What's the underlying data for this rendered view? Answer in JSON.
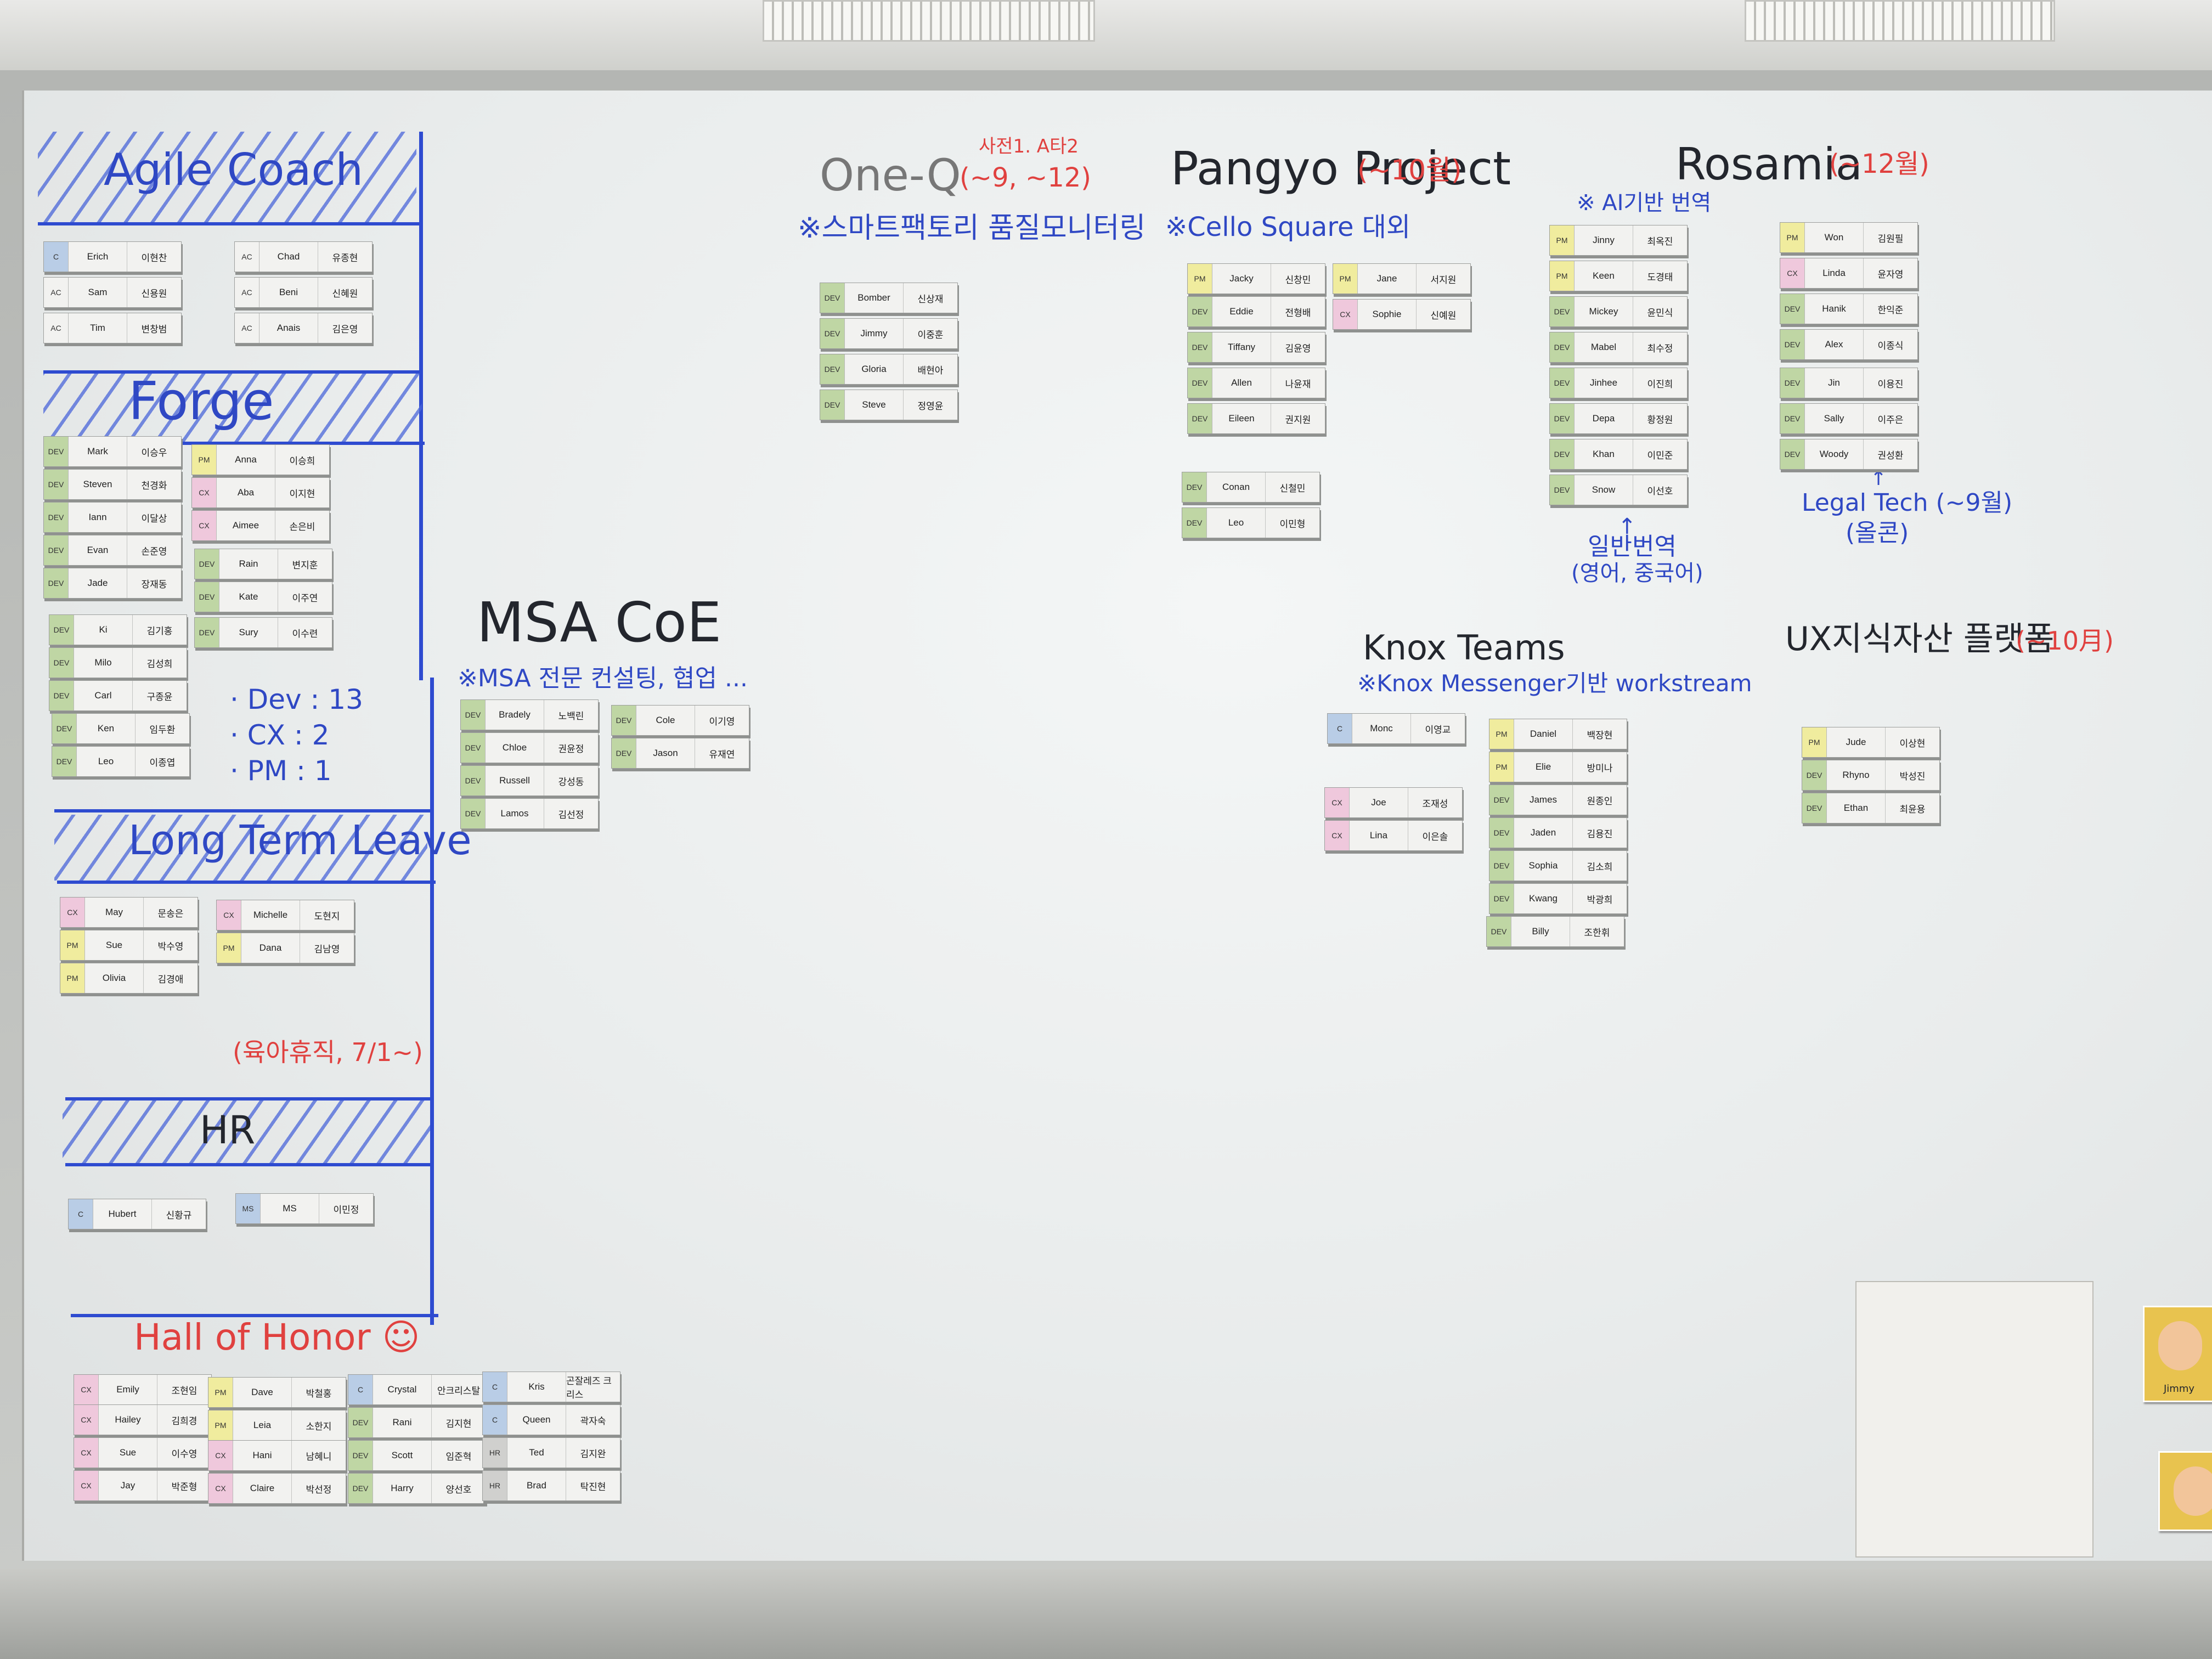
{
  "headings": {
    "agile_coach": "Agile Coach",
    "forge": "Forge",
    "long_term_leave": "Long Term Leave",
    "hr": "HR",
    "hall_of_honor": "Hall of Honor ☺",
    "msa_coe": "MSA CoE",
    "one_q": "One-Q",
    "pangyo": "Pangyo Project",
    "rosamia": "Rosamia",
    "knox": "Knox Teams",
    "ux": "UX지식자산 플랫폼"
  },
  "notes": {
    "one_q_red": "사전1. A타2",
    "one_q_period": "(~9, ~12)",
    "one_q_sub": "※스마트팩토리 품질모니터링",
    "pangyo_period": "(~10월)",
    "pangyo_sub": "※Cello Square 대외",
    "rosamia_period": "(~12월)",
    "rosamia_sub": "※ AI기반 번역",
    "rosamia_arrow": "↑",
    "rosamia_note1": "일반번역",
    "rosamia_note2": "(영어, 중국어)",
    "legal_tech": "Legal Tech (~9월)",
    "legal_tech2": "(올콘)",
    "legal_arrow": "↑",
    "msa_sub": "※MSA 전문 컨설팅, 협업 ...",
    "knox_sub": "※Knox Messenger기반 workstream",
    "ux_period": "(~10月)",
    "forge_dev": "· Dev : 13",
    "forge_cx": "· CX : 2",
    "forge_pm": "· PM : 1",
    "leave_note": "(육아휴직, 7/1~)"
  },
  "cards": [
    {
      "role": "C",
      "en": "Erich",
      "ko": "이현찬"
    },
    {
      "role": "AC",
      "en": "Sam",
      "ko": "신용원"
    },
    {
      "role": "AC",
      "en": "Tim",
      "ko": "변창범"
    },
    {
      "role": "AC",
      "en": "Chad",
      "ko": "유종현"
    },
    {
      "role": "AC",
      "en": "Beni",
      "ko": "신혜원"
    },
    {
      "role": "AC",
      "en": "Anais",
      "ko": "김은영"
    },
    {
      "role": "DEV",
      "en": "Mark",
      "ko": "이승우"
    },
    {
      "role": "DEV",
      "en": "Steven",
      "ko": "천경화"
    },
    {
      "role": "DEV",
      "en": "Iann",
      "ko": "이달상"
    },
    {
      "role": "DEV",
      "en": "Evan",
      "ko": "손준영"
    },
    {
      "role": "DEV",
      "en": "Jade",
      "ko": "장재동"
    },
    {
      "role": "DEV",
      "en": "Ki",
      "ko": "김기홍"
    },
    {
      "role": "DEV",
      "en": "Milo",
      "ko": "김성희"
    },
    {
      "role": "DEV",
      "en": "Carl",
      "ko": "구종윤"
    },
    {
      "role": "DEV",
      "en": "Ken",
      "ko": "임두환"
    },
    {
      "role": "DEV",
      "en": "Leo",
      "ko": "이종엽"
    },
    {
      "role": "PM",
      "en": "Anna",
      "ko": "이승희"
    },
    {
      "role": "CX",
      "en": "Aba",
      "ko": "이지현"
    },
    {
      "role": "CX",
      "en": "Aimee",
      "ko": "손은비"
    },
    {
      "role": "DEV",
      "en": "Rain",
      "ko": "변지훈"
    },
    {
      "role": "DEV",
      "en": "Kate",
      "ko": "이주연"
    },
    {
      "role": "DEV",
      "en": "Sury",
      "ko": "이수련"
    },
    {
      "role": "CX",
      "en": "May",
      "ko": "문송은"
    },
    {
      "role": "PM",
      "en": "Sue",
      "ko": "박수영"
    },
    {
      "role": "PM",
      "en": "Olivia",
      "ko": "김경애"
    },
    {
      "role": "CX",
      "en": "Michelle",
      "ko": "도현지"
    },
    {
      "role": "PM",
      "en": "Dana",
      "ko": "김남영"
    },
    {
      "role": "C",
      "en": "Hubert",
      "ko": "신황규"
    },
    {
      "role": "MS",
      "en": "MS",
      "ko": "이민정"
    },
    {
      "role": "CX",
      "en": "Emily",
      "ko": "조현임"
    },
    {
      "role": "CX",
      "en": "Hailey",
      "ko": "김희경"
    },
    {
      "role": "CX",
      "en": "Sue",
      "ko": "이수영"
    },
    {
      "role": "CX",
      "en": "Jay",
      "ko": "박준형"
    },
    {
      "role": "PM",
      "en": "Dave",
      "ko": "박철홍"
    },
    {
      "role": "PM",
      "en": "Leia",
      "ko": "소한지"
    },
    {
      "role": "CX",
      "en": "Hani",
      "ko": "남혜니"
    },
    {
      "role": "CX",
      "en": "Claire",
      "ko": "박선정"
    },
    {
      "role": "C",
      "en": "Crystal",
      "ko": "안크리스탈"
    },
    {
      "role": "DEV",
      "en": "Rani",
      "ko": "김지현"
    },
    {
      "role": "DEV",
      "en": "Scott",
      "ko": "임준혁"
    },
    {
      "role": "DEV",
      "en": "Harry",
      "ko": "양선호"
    },
    {
      "role": "C",
      "en": "Kris",
      "ko": "곤잘레즈 크리스"
    },
    {
      "role": "C",
      "en": "Queen",
      "ko": "곽자숙"
    },
    {
      "role": "HR",
      "en": "Ted",
      "ko": "김지완"
    },
    {
      "role": "HR",
      "en": "Brad",
      "ko": "탁진현"
    },
    {
      "role": "DEV",
      "en": "Bradely",
      "ko": "노백린"
    },
    {
      "role": "DEV",
      "en": "Chloe",
      "ko": "권윤정"
    },
    {
      "role": "DEV",
      "en": "Russell",
      "ko": "강성동"
    },
    {
      "role": "DEV",
      "en": "Lamos",
      "ko": "김선정"
    },
    {
      "role": "DEV",
      "en": "Cole",
      "ko": "이기영"
    },
    {
      "role": "DEV",
      "en": "Jason",
      "ko": "유재연"
    },
    {
      "role": "DEV",
      "en": "Bomber",
      "ko": "신상재"
    },
    {
      "role": "DEV",
      "en": "Jimmy",
      "ko": "이중훈"
    },
    {
      "role": "DEV",
      "en": "Gloria",
      "ko": "배현아"
    },
    {
      "role": "DEV",
      "en": "Steve",
      "ko": "정영윤"
    },
    {
      "role": "PM",
      "en": "Jacky",
      "ko": "신창민"
    },
    {
      "role": "DEV",
      "en": "Eddie",
      "ko": "전형배"
    },
    {
      "role": "DEV",
      "en": "Tiffany",
      "ko": "김윤영"
    },
    {
      "role": "DEV",
      "en": "Allen",
      "ko": "나윤재"
    },
    {
      "role": "DEV",
      "en": "Eileen",
      "ko": "권지원"
    },
    {
      "role": "PM",
      "en": "Jane",
      "ko": "서지원"
    },
    {
      "role": "CX",
      "en": "Sophie",
      "ko": "신예원"
    },
    {
      "role": "DEV",
      "en": "Conan",
      "ko": "신철민"
    },
    {
      "role": "DEV",
      "en": "Leo",
      "ko": "이민형"
    },
    {
      "role": "PM",
      "en": "Jinny",
      "ko": "최옥진"
    },
    {
      "role": "PM",
      "en": "Keen",
      "ko": "도경태"
    },
    {
      "role": "DEV",
      "en": "Mickey",
      "ko": "윤민식"
    },
    {
      "role": "DEV",
      "en": "Mabel",
      "ko": "최수정"
    },
    {
      "role": "DEV",
      "en": "Jinhee",
      "ko": "이진희"
    },
    {
      "role": "DEV",
      "en": "Depa",
      "ko": "황정원"
    },
    {
      "role": "DEV",
      "en": "Khan",
      "ko": "이민준"
    },
    {
      "role": "DEV",
      "en": "Snow",
      "ko": "이선호"
    },
    {
      "role": "PM",
      "en": "Won",
      "ko": "김원필"
    },
    {
      "role": "CX",
      "en": "Linda",
      "ko": "윤자영"
    },
    {
      "role": "DEV",
      "en": "Hanik",
      "ko": "한익준"
    },
    {
      "role": "DEV",
      "en": "Alex",
      "ko": "이종식"
    },
    {
      "role": "DEV",
      "en": "Jin",
      "ko": "이용진"
    },
    {
      "role": "DEV",
      "en": "Sally",
      "ko": "이주은"
    },
    {
      "role": "DEV",
      "en": "Woody",
      "ko": "권성환"
    },
    {
      "role": "C",
      "en": "Monc",
      "ko": "이영교"
    },
    {
      "role": "CX",
      "en": "Joe",
      "ko": "조재성"
    },
    {
      "role": "CX",
      "en": "Lina",
      "ko": "이은솔"
    },
    {
      "role": "PM",
      "en": "Daniel",
      "ko": "백장현"
    },
    {
      "role": "PM",
      "en": "Elie",
      "ko": "방미나"
    },
    {
      "role": "DEV",
      "en": "James",
      "ko": "원종인"
    },
    {
      "role": "DEV",
      "en": "Jaden",
      "ko": "김용진"
    },
    {
      "role": "DEV",
      "en": "Sophia",
      "ko": "김소희"
    },
    {
      "role": "DEV",
      "en": "Kwang",
      "ko": "박광희"
    },
    {
      "role": "DEV",
      "en": "Billy",
      "ko": "조한휘"
    },
    {
      "role": "PM",
      "en": "Jude",
      "ko": "이상현"
    },
    {
      "role": "DEV",
      "en": "Rhyno",
      "ko": "박성진"
    },
    {
      "role": "DEV",
      "en": "Ethan",
      "ko": "최윤용"
    }
  ],
  "sticker_label": "Jimmy"
}
